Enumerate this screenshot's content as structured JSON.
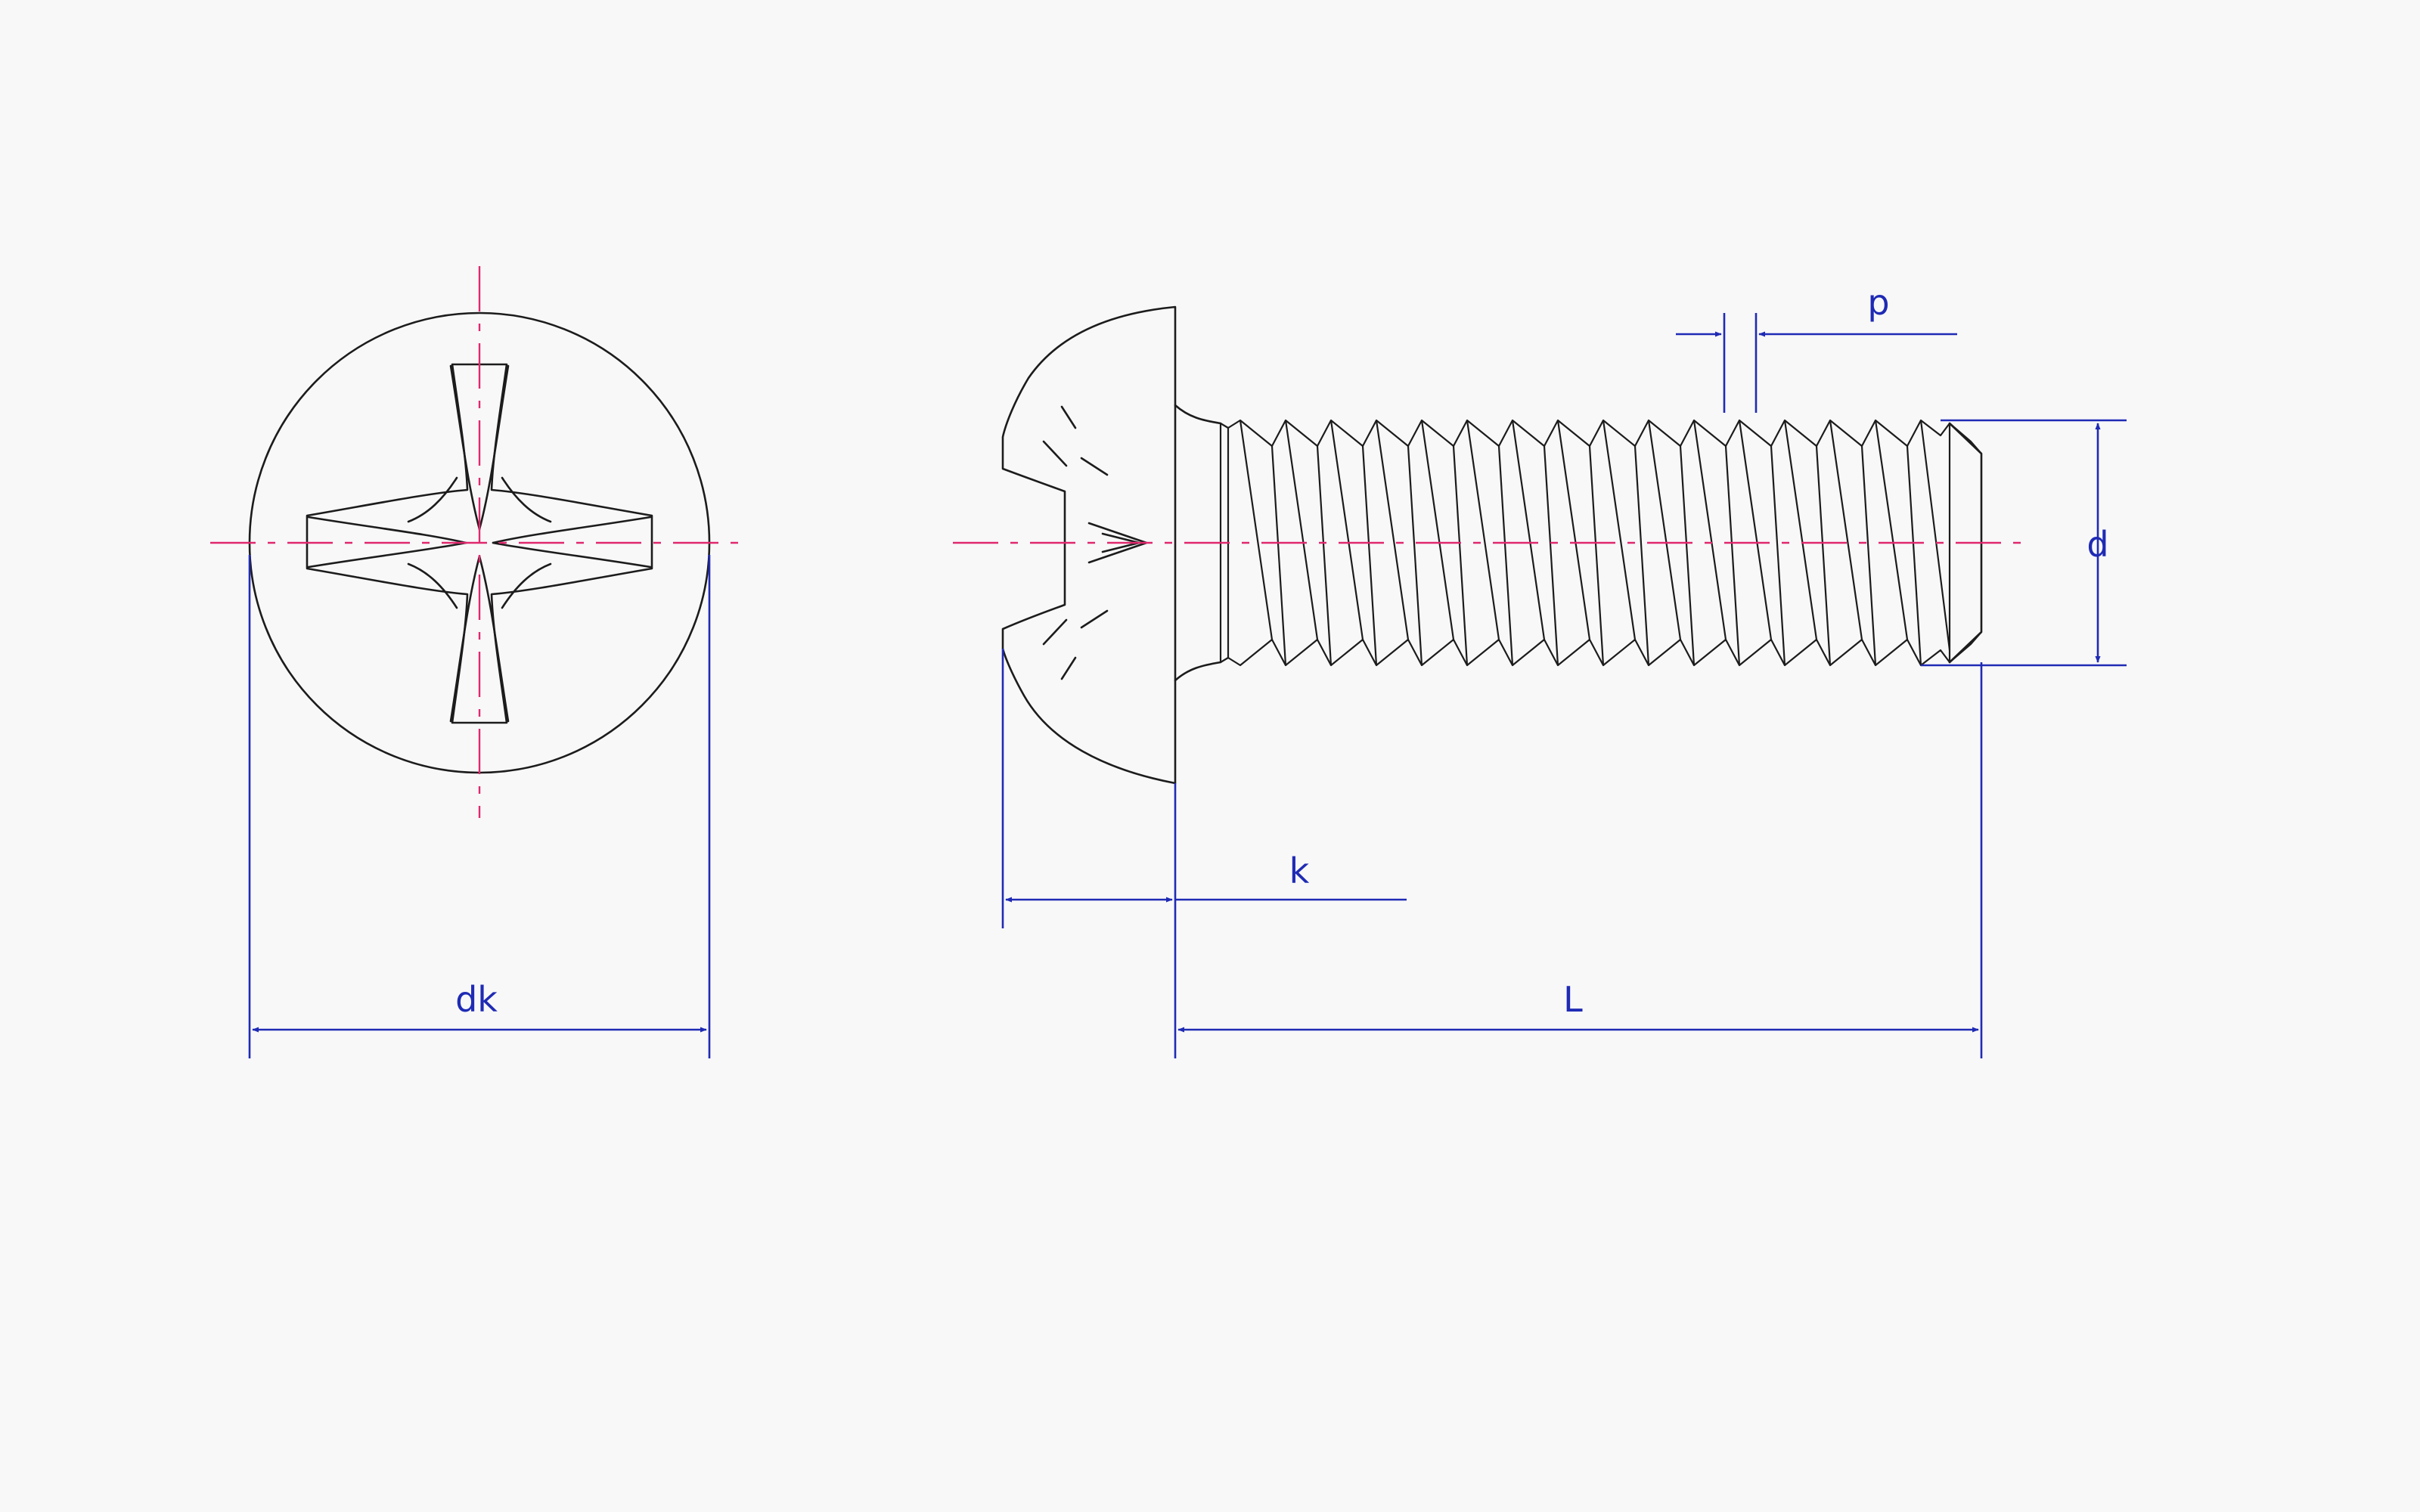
{
  "labels": {
    "dk": "dk",
    "k": "k",
    "L": "L",
    "d": "d",
    "p": "p"
  },
  "colors": {
    "outline": "#1c1c1c",
    "centerline": "#e0286e",
    "dimension": "#1f2bb4",
    "background": "#f8f8f9"
  },
  "icons": {
    "head_recess": "phillips-cross-recess"
  }
}
